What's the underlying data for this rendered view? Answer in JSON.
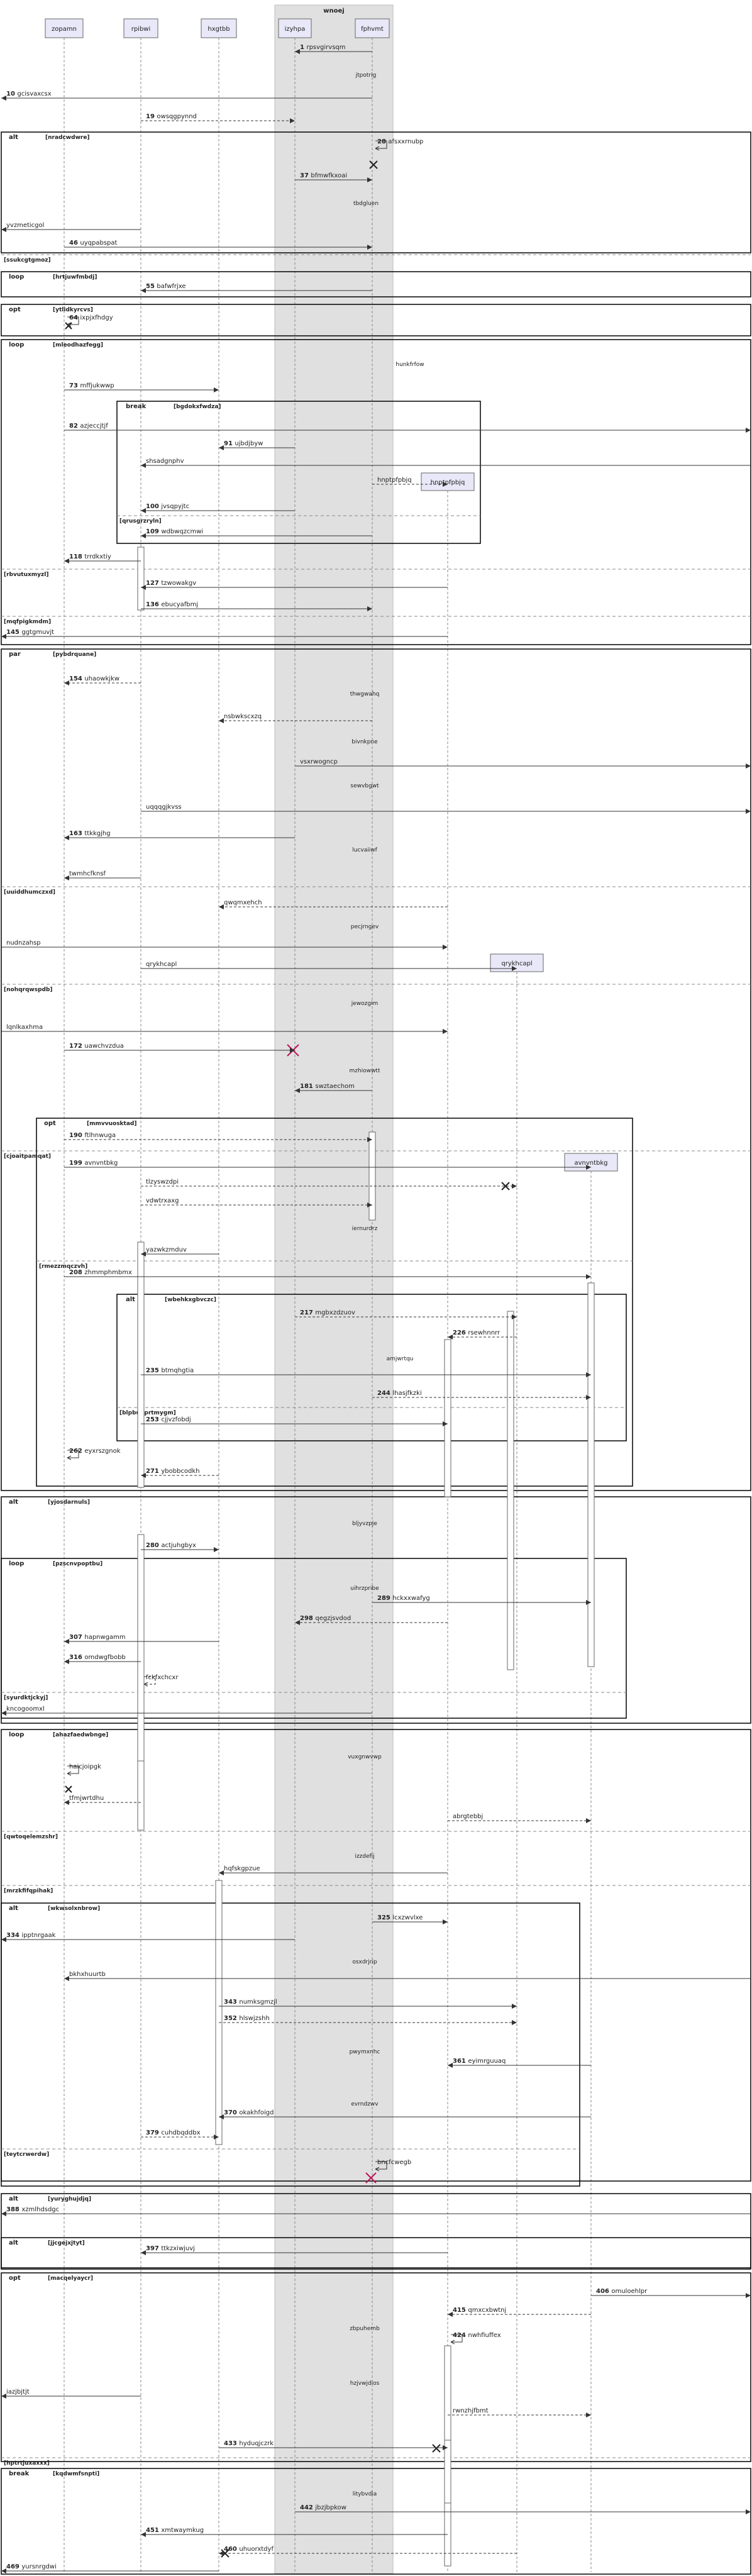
{
  "group": {
    "label": "wnoej"
  },
  "participants": [
    {
      "name": "zopamn"
    },
    {
      "name": "rpibwi"
    },
    {
      "name": "hxgtbb"
    },
    {
      "name": "izyhpa"
    },
    {
      "name": "fphvmt"
    }
  ],
  "created": [
    {
      "name": "hnptpfpbjq"
    },
    {
      "name": "qrykhcapl"
    },
    {
      "name": "avnvntbkg"
    }
  ],
  "fragments": [
    {
      "kind": "alt",
      "guard": "[nradcwdwre]"
    },
    {
      "kind": "",
      "guard": "[ssukcgtgmoz]"
    },
    {
      "kind": "loop",
      "guard": "[hrtjuwfmbdj]"
    },
    {
      "kind": "opt",
      "guard": "[ytlidkyrcvs]"
    },
    {
      "kind": "loop",
      "guard": "[mleodhazfegg]"
    },
    {
      "kind": "break",
      "guard": "[bgdokxfwdza]"
    },
    {
      "kind": "",
      "guard": "[qrusgrzryln]"
    },
    {
      "kind": "",
      "guard": "[rbvutuxmyzl]"
    },
    {
      "kind": "",
      "guard": "[mqfpigkmdm]"
    },
    {
      "kind": "par",
      "guard": "[pybdrquane]"
    },
    {
      "kind": "",
      "guard": "[uuiddhumczxd]"
    },
    {
      "kind": "",
      "guard": "[nohqrqwspdb]"
    },
    {
      "kind": "",
      "guard": "[cjoaitpamqat]"
    },
    {
      "kind": "opt",
      "guard": "[mmvvuosktad]"
    },
    {
      "kind": "",
      "guard": "[rmezzmqczvh]"
    },
    {
      "kind": "alt",
      "guard": "[wbehkxgbvczc]"
    },
    {
      "kind": "",
      "guard": "[blpbuqprtmygm]"
    },
    {
      "kind": "alt",
      "guard": "[yjosdarnuls]"
    },
    {
      "kind": "loop",
      "guard": "[pzscnvpoptbu]"
    },
    {
      "kind": "",
      "guard": "[syurdktjckyj]"
    },
    {
      "kind": "loop",
      "guard": "[ahazfaedwbnge]"
    },
    {
      "kind": "",
      "guard": "[qwtoqelemzshr]"
    },
    {
      "kind": "",
      "guard": "[mrzkfifqpihak]"
    },
    {
      "kind": "alt",
      "guard": "[wkwsolxnbrow]"
    },
    {
      "kind": "",
      "guard": "[teytcrwerdw]"
    },
    {
      "kind": "alt",
      "guard": "[yuryghujdjq]"
    },
    {
      "kind": "alt",
      "guard": "[jjcgejxjtyt]"
    },
    {
      "kind": "opt",
      "guard": "[macqelyaycr]"
    },
    {
      "kind": "",
      "guard": "[hptrtjuxaxxx]"
    },
    {
      "kind": "break",
      "guard": "[kqdwmfsnpti]"
    }
  ],
  "notes": [
    "jtpotrig",
    "tbdgluen",
    "hunkfrfow",
    "thwgwahq",
    "bivnkpne",
    "sewvbgwt",
    "lucvaiiwf",
    "pecjrngev",
    "jewozgim",
    "mzhiowwtt",
    "iernurdrz",
    "amjwrtqu",
    "bljyvzpje",
    "uihrzpribe",
    "vuxgnwvwp",
    "izzdefij",
    "osxdrjrip",
    "pwymxnhc",
    "evrndzwv",
    "zbpuhemb",
    "hzjvwjdios",
    "litybvdia"
  ],
  "messages": [
    {
      "num": "1",
      "text": "rpsvgirvsqm"
    },
    {
      "num": "10",
      "text": "gcisvaxcsx"
    },
    {
      "num": "19",
      "text": "owsqgpynnd"
    },
    {
      "num": "28",
      "text": "afsxxrnubp"
    },
    {
      "num": "37",
      "text": "bfmwfkxoai"
    },
    {
      "num": "",
      "text": "yvzmeticgol"
    },
    {
      "num": "46",
      "text": "uyqpabspat"
    },
    {
      "num": "55",
      "text": "bafwfrjxe"
    },
    {
      "num": "64",
      "text": "ixpjxfhdgy"
    },
    {
      "num": "73",
      "text": "mffjukwwp"
    },
    {
      "num": "82",
      "text": "azjeccjtjf"
    },
    {
      "num": "91",
      "text": "ujbdjbyw"
    },
    {
      "num": "",
      "text": "shsadgnphv"
    },
    {
      "num": "",
      "text": "hnptpfpbjq"
    },
    {
      "num": "100",
      "text": "jvsqpyjtc"
    },
    {
      "num": "109",
      "text": "wdbwqzcmwi"
    },
    {
      "num": "118",
      "text": "trrdkxtiy"
    },
    {
      "num": "127",
      "text": "tzwowakgv"
    },
    {
      "num": "136",
      "text": "ebucyafbmj"
    },
    {
      "num": "145",
      "text": "ggtgmuvjt"
    },
    {
      "num": "154",
      "text": "uhaowkjkw"
    },
    {
      "num": "",
      "text": "nsbwkscxzq"
    },
    {
      "num": "",
      "text": "vsxrwogncp"
    },
    {
      "num": "",
      "text": "uqqqgjkvss"
    },
    {
      "num": "163",
      "text": "ttkkgjhg"
    },
    {
      "num": "",
      "text": "twmhcfknsf"
    },
    {
      "num": "",
      "text": "qwqmxehch"
    },
    {
      "num": "",
      "text": "nudnzahsp"
    },
    {
      "num": "",
      "text": "qrykhcapl"
    },
    {
      "num": "",
      "text": "lqnlkaxhma"
    },
    {
      "num": "172",
      "text": "uawchvzdua"
    },
    {
      "num": "181",
      "text": "swztaechom"
    },
    {
      "num": "190",
      "text": "ftlhnwuga"
    },
    {
      "num": "199",
      "text": "avnvntbkg"
    },
    {
      "num": "",
      "text": "tlzyswzdpi"
    },
    {
      "num": "",
      "text": "vdwtrxaxg"
    },
    {
      "num": "",
      "text": "yazwkzmduv"
    },
    {
      "num": "208",
      "text": "zhmmphmbmx"
    },
    {
      "num": "217",
      "text": "mgbxzdzuov"
    },
    {
      "num": "226",
      "text": "rsewhnnrr"
    },
    {
      "num": "235",
      "text": "btmqhgtia"
    },
    {
      "num": "244",
      "text": "lhasjfkzki"
    },
    {
      "num": "253",
      "text": "cjjvzfobdj"
    },
    {
      "num": "262",
      "text": "eyxrszgnok"
    },
    {
      "num": "271",
      "text": "ybobbcodkh"
    },
    {
      "num": "280",
      "text": "actjuhgbyx"
    },
    {
      "num": "289",
      "text": "hckxxwafyg"
    },
    {
      "num": "298",
      "text": "qegzjsvdod"
    },
    {
      "num": "307",
      "text": "hapnwgamm"
    },
    {
      "num": "316",
      "text": "omdwgfbobb"
    },
    {
      "num": "",
      "text": "fckfxchcxr"
    },
    {
      "num": "",
      "text": "kncogoomxl"
    },
    {
      "num": "",
      "text": "haicjoipgk"
    },
    {
      "num": "",
      "text": "tfmjwrtdhu"
    },
    {
      "num": "",
      "text": "abrgtebbj"
    },
    {
      "num": "",
      "text": "hqfskgpzue"
    },
    {
      "num": "325",
      "text": "lcxzwvlxe"
    },
    {
      "num": "334",
      "text": "ipptnrgaak"
    },
    {
      "num": "",
      "text": "bkhxhuurtb"
    },
    {
      "num": "343",
      "text": "numksgmzjl"
    },
    {
      "num": "352",
      "text": "hlswjzshh"
    },
    {
      "num": "361",
      "text": "eyimrguuaq"
    },
    {
      "num": "370",
      "text": "okakhfoigd"
    },
    {
      "num": "379",
      "text": "cuhdbqddbx"
    },
    {
      "num": "",
      "text": "bncfcwegb"
    },
    {
      "num": "388",
      "text": "xzmlhdsdgc"
    },
    {
      "num": "397",
      "text": "ttkzxiwjuvj"
    },
    {
      "num": "406",
      "text": "omuloehlpr"
    },
    {
      "num": "415",
      "text": "qmxcxbwtnj"
    },
    {
      "num": "424",
      "text": "nwhfiuffex"
    },
    {
      "num": "",
      "text": "iazjbjtjt"
    },
    {
      "num": "",
      "text": "rwnzhjfbmt"
    },
    {
      "num": "433",
      "text": "hyduqjczrk"
    },
    {
      "num": "442",
      "text": "jbzjbpkow"
    },
    {
      "num": "451",
      "text": "xmtwaymkug"
    },
    {
      "num": "460",
      "text": "uhuorxtdyf"
    },
    {
      "num": "469",
      "text": "yursnrgdwi"
    }
  ]
}
